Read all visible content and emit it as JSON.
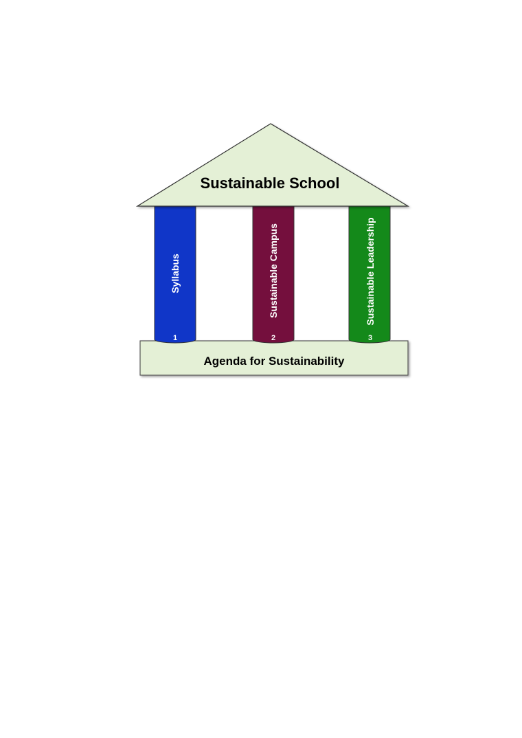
{
  "roof": {
    "title": "Sustainable School",
    "fill": "#e4f0d6"
  },
  "base": {
    "title": "Agenda for Sustainability",
    "fill": "#e4f0d6"
  },
  "pillars": [
    {
      "label": "Syllabus",
      "number": "1",
      "color": "#1036c8"
    },
    {
      "label": "Sustainable Campus",
      "number": "2",
      "color": "#740f3d"
    },
    {
      "label": "Sustainable Leadership",
      "number": "3",
      "color": "#14891a"
    }
  ]
}
